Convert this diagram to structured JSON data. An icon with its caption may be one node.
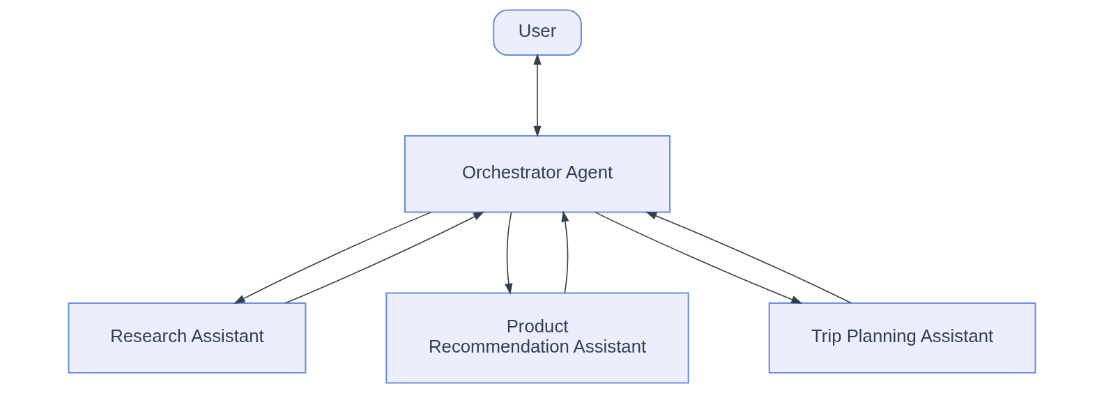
{
  "diagram": {
    "nodes": [
      {
        "text": [
          "User"
        ]
      },
      {
        "text": [
          "Orchestrator Agent"
        ]
      },
      {
        "text": [
          "Research Assistant"
        ]
      },
      {
        "text": [
          "Product Recommendation Assistant"
        ]
      },
      {
        "text": [
          "Trip Planning Assistant"
        ]
      }
    ],
    "edges": [
      {
        "from": 0,
        "to": 1,
        "arrow": "both"
      },
      {
        "from": 1,
        "to": 2,
        "arrow": "to"
      },
      {
        "from": 2,
        "to": 1,
        "arrow": "to"
      },
      {
        "from": 1,
        "to": 3,
        "arrow": "to"
      },
      {
        "from": 3,
        "to": 1,
        "arrow": "to"
      },
      {
        "from": 1,
        "to": 4,
        "arrow": "to"
      },
      {
        "from": 4,
        "to": 1,
        "arrow": "to"
      }
    ]
  }
}
